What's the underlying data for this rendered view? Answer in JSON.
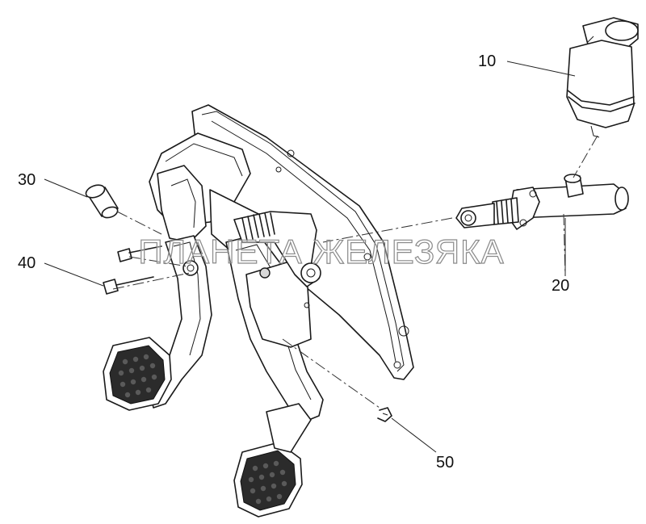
{
  "callouts": {
    "item_10": "10",
    "item_20": "20",
    "item_30": "30",
    "item_40": "40",
    "item_50": "50"
  },
  "watermark_text": "ПЛАНЕТА ЖЕЛЕЗЯКА",
  "colors": {
    "line": "#1a1a1a",
    "background": "#ffffff",
    "pedal_pad": "#2b2b2b",
    "watermark_outline": "#8a8a8a"
  }
}
